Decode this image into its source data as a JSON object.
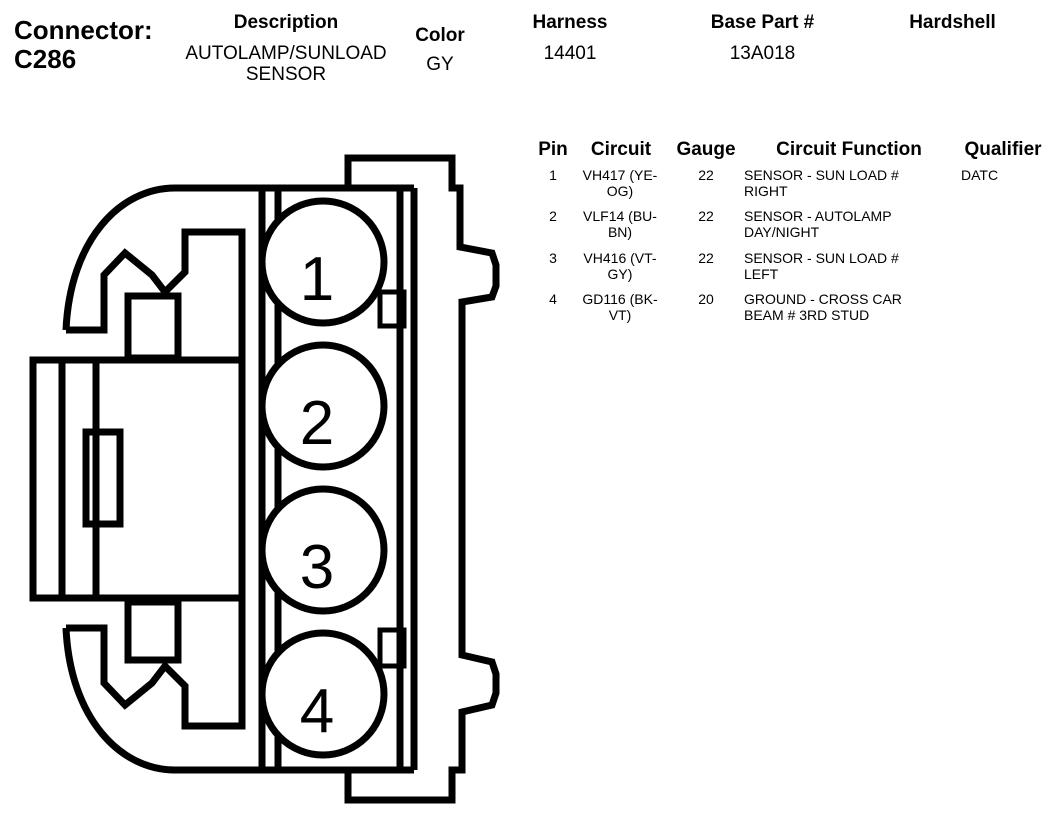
{
  "connector": {
    "label": "Connector:",
    "id": "C286"
  },
  "header": {
    "description": {
      "label": "Description",
      "lines": [
        "AUTOLAMP/SUNLOAD",
        "SENSOR"
      ]
    },
    "color": {
      "label": "Color",
      "value": "GY"
    },
    "harness": {
      "label": "Harness",
      "value": "14401"
    },
    "base_part": {
      "label": "Base Part #",
      "value": "13A018"
    },
    "hardshell": {
      "label": "Hardshell",
      "value": ""
    }
  },
  "table": {
    "columns": [
      "Pin",
      "Circuit",
      "Gauge",
      "Circuit Function",
      "Qualifier"
    ],
    "rows": [
      {
        "pin": "1",
        "circuit": [
          "VH417 (YE-",
          "OG)"
        ],
        "gauge": "22",
        "function": [
          "SENSOR - SUN LOAD #",
          "RIGHT"
        ],
        "qualifier": "DATC"
      },
      {
        "pin": "2",
        "circuit": [
          "VLF14 (BU-",
          "BN)"
        ],
        "gauge": "22",
        "function": [
          "SENSOR - AUTOLAMP",
          "DAY/NIGHT"
        ],
        "qualifier": ""
      },
      {
        "pin": "3",
        "circuit": [
          "VH416 (VT-",
          "GY)"
        ],
        "gauge": "22",
        "function": [
          "SENSOR - SUN LOAD #",
          "LEFT"
        ],
        "qualifier": ""
      },
      {
        "pin": "4",
        "circuit": [
          "GD116 (BK-",
          "VT)"
        ],
        "gauge": "20",
        "function": [
          "GROUND - CROSS CAR",
          "BEAM # 3RD STUD"
        ],
        "qualifier": ""
      }
    ]
  },
  "drawing": {
    "pin_labels": [
      "1",
      "2",
      "3",
      "4"
    ],
    "line_color": "#000000",
    "fill_color": "#ffffff"
  }
}
